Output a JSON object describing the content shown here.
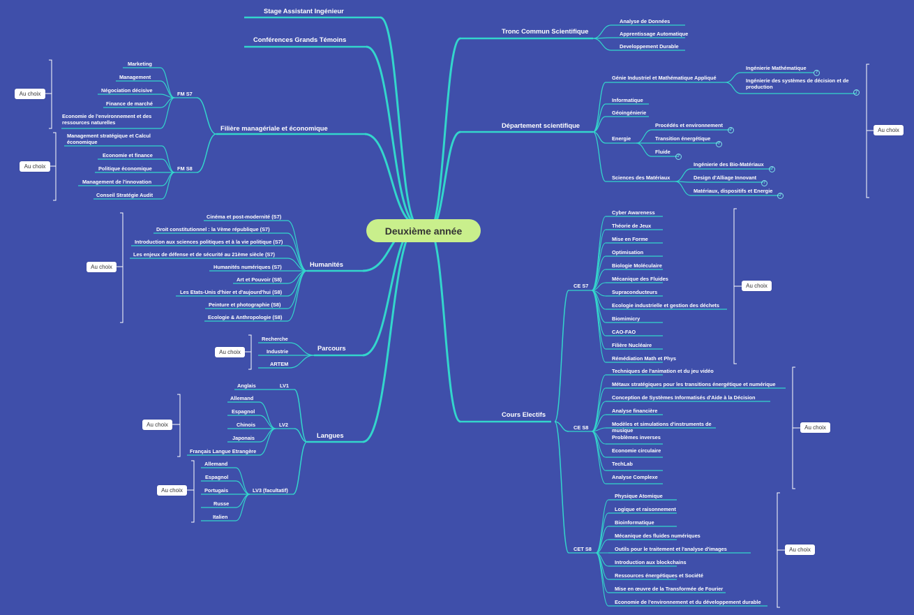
{
  "colors": {
    "background": "#3f4faa",
    "branch": "#33d6cc",
    "root_fill": "#c9ef8c",
    "chip_fill": "#ffffff",
    "bracket": "#ffffff"
  },
  "icons": [
    "help-circle-icon"
  ],
  "root": "Deuxième année",
  "au_choix": "Au choix",
  "left": {
    "stage": "Stage Assistant Ingénieur",
    "conferences": "Conférences Grands Témoins",
    "filiere": {
      "label": "Filière managériale et économique",
      "fm7": {
        "label": "FM S7",
        "items": [
          "Marketing",
          "Management",
          "Négociation décisive",
          "Finance de marché",
          "Economie de l'environnement et des ressources naturelles"
        ]
      },
      "fm8": {
        "label": "FM S8",
        "items": [
          "Management stratégique et Calcul économique",
          "Economie et finance",
          "Politique économique",
          "Management de l'innovation",
          "Conseil Stratégie Audit"
        ]
      }
    },
    "humanites": {
      "label": "Humanités",
      "items": [
        "Cinéma et post-modernité (S7)",
        "Droit constitutionnel : la Vème république (S7)",
        "Introduction aux sciences politiques et à la vie politique (S7)",
        "Les enjeux de défense et de sécurité au 21ème siècle (S7)",
        "Humanités numériques (S7)",
        "Art et Pouvoir (S8)",
        "Les Etats-Unis d'hier et d'aujourd'hui  (S8)",
        "Peinture et photographie (S8)",
        "Ecologie & Anthropologie (S8)"
      ]
    },
    "parcours": {
      "label": "Parcours",
      "items": [
        "Recherche",
        "Industrie",
        "ARTEM"
      ]
    },
    "langues": {
      "label": "Langues",
      "lv1": {
        "label": "LV1",
        "items": [
          "Anglais"
        ]
      },
      "lv2": {
        "label": "LV2",
        "items": [
          "Allemand",
          "Espagnol",
          "Chinois",
          "Japonais",
          "Français Langue Etrangère"
        ]
      },
      "lv3": {
        "label": "LV3 (facultatif)",
        "items": [
          "Allemand",
          "Espagnol",
          "Portugais",
          "Russe",
          "Italien"
        ]
      }
    }
  },
  "right": {
    "tronc": {
      "label": "Tronc Commun Scientifique",
      "items": [
        "Analyse de Données",
        "Apprentissage Automatique",
        "Developpement Durable"
      ]
    },
    "dept": {
      "label": "Département scientifique",
      "gima": {
        "label": "Génie Industriel et Mathématique Appliqué",
        "items": [
          "Ingénierie Mathématique",
          "Ingénierie des systèmes de décision et de production"
        ]
      },
      "informatique": "Informatique",
      "geo": "Géoingénierie",
      "energie": {
        "label": "Energie",
        "items": [
          "Procédés et environnement",
          "Transition énergétique",
          "Fluide"
        ]
      },
      "materiaux": {
        "label": "Sciences des Matériaux",
        "items": [
          "Ingénierie des Bio-Matériaux",
          "Design d'Alliage Innovant",
          "Matériaux, dispositifs et Energie"
        ]
      }
    },
    "cours": {
      "label": "Cours Electifs",
      "ce7": {
        "label": "CE S7",
        "items": [
          "Cyber Awareness",
          "Théorie de Jeux",
          "Mise en Forme",
          "Optimisation",
          "Biologie Moléculaire",
          "Mécanique des Fluides",
          "Supraconducteurs",
          "Ecologie industrielle et gestion des déchets",
          "Biomimicry",
          "CAO-FAO",
          "Filière Nucléaire",
          "Rémédiation Math et Phys"
        ]
      },
      "ce8": {
        "label": "CE S8",
        "items": [
          "Techniques de l'animation et du jeu vidéo",
          "Métaux stratégiques pour les transitions énergétique et numérique",
          "Conception de Systèmes Informatisés d'Aide à la Décision",
          "Analyse financière",
          "Modèles et simulations d'instruments de musique",
          "Problèmes inverses",
          "Economie circulaire",
          "TechLab",
          "Analyse Complexe"
        ]
      },
      "cet8": {
        "label": "CET S8",
        "items": [
          "Physique Atomique",
          "Logique et raisonnement",
          "Bioinformatique",
          "Mécanique des fluides numériques",
          "Outils pour le traitement et l'analyse d'images",
          "Introduction aux blockchains",
          "Ressources énergétiques et Société",
          "Mise en œuvre de la Transformée de Fourier",
          "Economie de l'environnement et du développement durable"
        ]
      }
    }
  }
}
